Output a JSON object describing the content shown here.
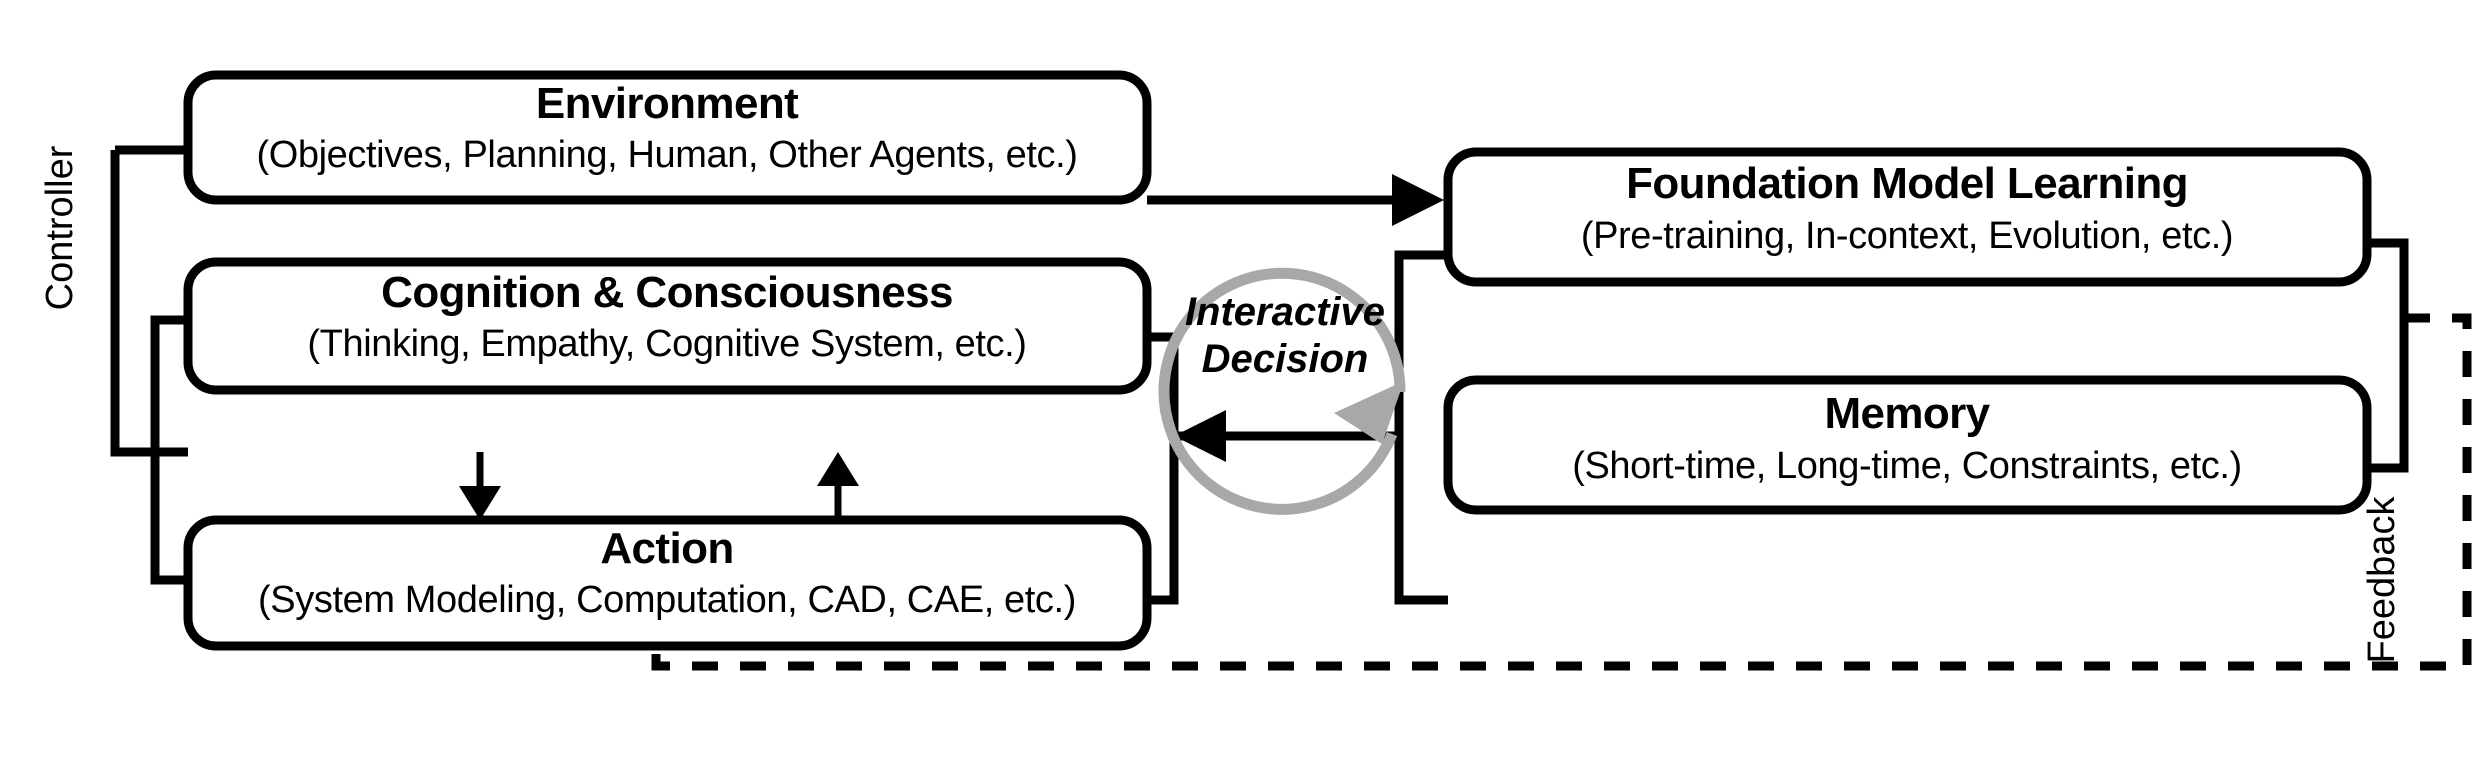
{
  "diagram": {
    "title": "Agent architecture block diagram",
    "colors": {
      "stroke": "#000000",
      "background": "#ffffff",
      "cycle_arrow": "#a8a8a8"
    },
    "boxes": [
      {
        "id": "environment",
        "title": "Environment",
        "subtitle": "(Objectives, Planning, Human, Other Agents, etc.)"
      },
      {
        "id": "cognition",
        "title": "Cognition & Consciousness",
        "subtitle": "(Thinking, Empathy, Cognitive System, etc.)"
      },
      {
        "id": "action",
        "title": "Action",
        "subtitle": "(System Modeling, Computation, CAD, CAE, etc.)"
      },
      {
        "id": "foundation-model-learning",
        "title": "Foundation Model Learning",
        "subtitle": "(Pre-training, In-context, Evolution, etc.)"
      },
      {
        "id": "memory",
        "title": "Memory",
        "subtitle": "(Short-time, Long-time, Constraints, etc.)"
      }
    ],
    "labels": {
      "controller": "Controller",
      "feedback": "Feedback",
      "cycle_line1": "Interactive",
      "cycle_line2": "Decision"
    }
  }
}
